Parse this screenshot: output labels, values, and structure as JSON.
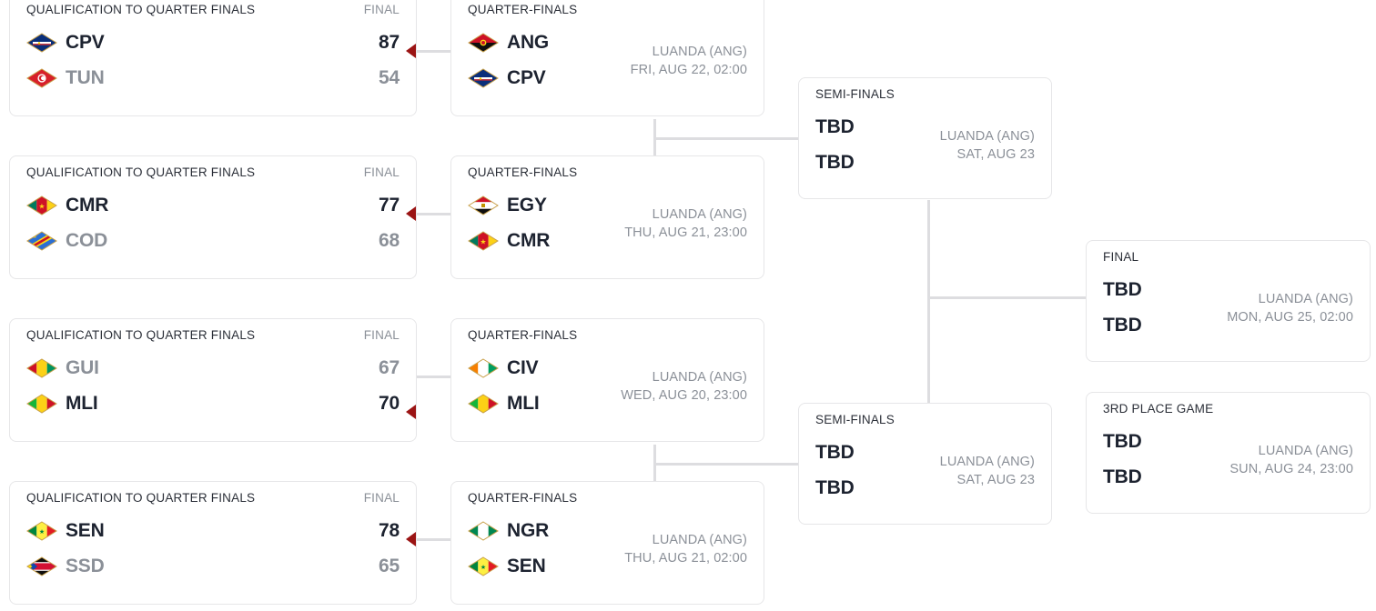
{
  "labels": {
    "qualification": "QUALIFICATION TO QUARTER FINALS",
    "final_col": "FINAL",
    "quarter_finals": "QUARTER-FINALS",
    "semi_finals": "SEMI-FINALS",
    "final": "FINAL",
    "third_place": "3RD PLACE GAME",
    "tbd": "TBD"
  },
  "colors": {
    "winner_arrow": "#9b1414",
    "connector": "#dddde0",
    "card_border": "#e6e6e8",
    "text_primary": "#1d2330",
    "text_muted": "#8b9098"
  },
  "qualification": [
    {
      "title": "QUALIFICATION TO QUARTER FINALS",
      "status": "FINAL",
      "teams": [
        {
          "code": "CPV",
          "flag": "flag-cpv",
          "score": "87",
          "winner": true
        },
        {
          "code": "TUN",
          "flag": "flag-tun",
          "score": "54",
          "winner": false
        }
      ]
    },
    {
      "title": "QUALIFICATION TO QUARTER FINALS",
      "status": "FINAL",
      "teams": [
        {
          "code": "CMR",
          "flag": "flag-cmr",
          "score": "77",
          "winner": true
        },
        {
          "code": "COD",
          "flag": "flag-cod",
          "score": "68",
          "winner": false
        }
      ]
    },
    {
      "title": "QUALIFICATION TO QUARTER FINALS",
      "status": "FINAL",
      "teams": [
        {
          "code": "GUI",
          "flag": "flag-gui",
          "score": "67",
          "winner": false
        },
        {
          "code": "MLI",
          "flag": "flag-mli",
          "score": "70",
          "winner": true
        }
      ]
    },
    {
      "title": "QUALIFICATION TO QUARTER FINALS",
      "status": "FINAL",
      "teams": [
        {
          "code": "SEN",
          "flag": "flag-sen",
          "score": "78",
          "winner": true
        },
        {
          "code": "SSD",
          "flag": "flag-ssd",
          "score": "65",
          "winner": false
        }
      ]
    }
  ],
  "quarter_finals": [
    {
      "title": "QUARTER-FINALS",
      "teams": [
        {
          "code": "ANG",
          "flag": "flag-ang"
        },
        {
          "code": "CPV",
          "flag": "flag-cpv"
        }
      ],
      "venue": "LUANDA (ANG)",
      "datetime": "FRI, AUG 22, 02:00"
    },
    {
      "title": "QUARTER-FINALS",
      "teams": [
        {
          "code": "EGY",
          "flag": "flag-egy"
        },
        {
          "code": "CMR",
          "flag": "flag-cmr"
        }
      ],
      "venue": "LUANDA (ANG)",
      "datetime": "THU, AUG 21, 23:00"
    },
    {
      "title": "QUARTER-FINALS",
      "teams": [
        {
          "code": "CIV",
          "flag": "flag-civ"
        },
        {
          "code": "MLI",
          "flag": "flag-mli"
        }
      ],
      "venue": "LUANDA (ANG)",
      "datetime": "WED, AUG 20, 23:00"
    },
    {
      "title": "QUARTER-FINALS",
      "teams": [
        {
          "code": "NGR",
          "flag": "flag-ngr"
        },
        {
          "code": "SEN",
          "flag": "flag-sen"
        }
      ],
      "venue": "LUANDA (ANG)",
      "datetime": "THU, AUG 21, 02:00"
    }
  ],
  "semi_finals": [
    {
      "title": "SEMI-FINALS",
      "teams": [
        {
          "code": "TBD"
        },
        {
          "code": "TBD"
        }
      ],
      "venue": "LUANDA (ANG)",
      "datetime": "SAT, AUG 23"
    },
    {
      "title": "SEMI-FINALS",
      "teams": [
        {
          "code": "TBD"
        },
        {
          "code": "TBD"
        }
      ],
      "venue": "LUANDA (ANG)",
      "datetime": "SAT, AUG 23"
    }
  ],
  "final": {
    "title": "FINAL",
    "teams": [
      {
        "code": "TBD"
      },
      {
        "code": "TBD"
      }
    ],
    "venue": "LUANDA (ANG)",
    "datetime": "MON, AUG 25, 02:00"
  },
  "third_place": {
    "title": "3RD PLACE GAME",
    "teams": [
      {
        "code": "TBD"
      },
      {
        "code": "TBD"
      }
    ],
    "venue": "LUANDA (ANG)",
    "datetime": "SUN, AUG 24, 23:00"
  }
}
